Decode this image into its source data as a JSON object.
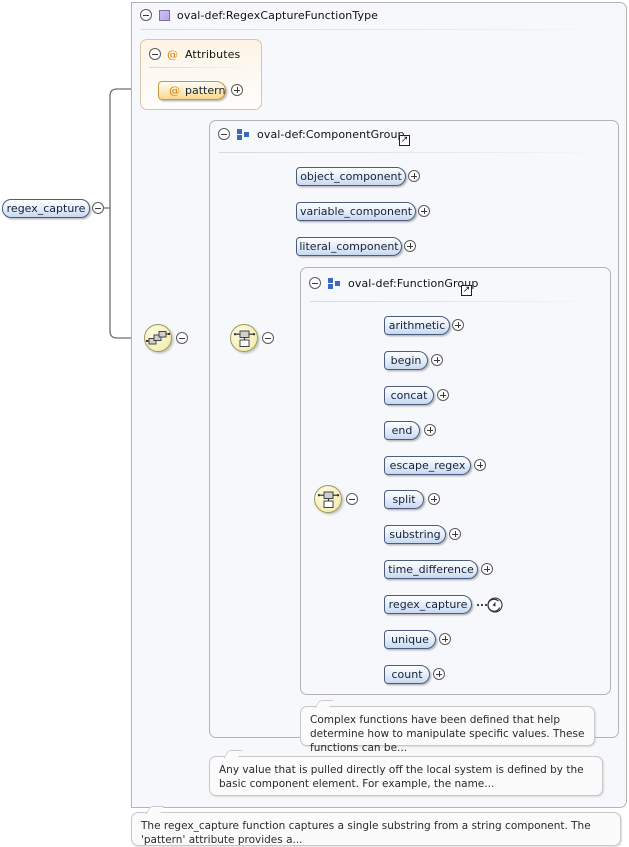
{
  "diagram": {
    "title": "oval-def:RegexCaptureFunctionType",
    "root_element": "regex_capture"
  },
  "type_box": {
    "label": "oval-def:RegexCaptureFunctionType",
    "icon": "complex-type-icon",
    "toggle": "collapse-toggle"
  },
  "attributes_box": {
    "label": "Attributes",
    "icon": "at-sign-icon",
    "items": [
      {
        "label": "pattern",
        "icon": "at-sign-icon",
        "toggle": "expand-toggle"
      }
    ]
  },
  "component_group": {
    "label": "oval-def:ComponentGroup",
    "icon": "model-group-icon",
    "link_icon": "external-link-icon",
    "items": [
      {
        "label": "object_component",
        "toggle": "expand-toggle"
      },
      {
        "label": "variable_component",
        "toggle": "expand-toggle"
      },
      {
        "label": "literal_component",
        "toggle": "expand-toggle"
      }
    ],
    "annotation": "Any value that is pulled directly off the local system is defined by the basic component element. For example, the name..."
  },
  "function_group": {
    "label": "oval-def:FunctionGroup",
    "icon": "model-group-icon",
    "link_icon": "external-link-icon",
    "items": [
      {
        "label": "arithmetic",
        "toggle": "expand-toggle",
        "recursive": false
      },
      {
        "label": "begin",
        "toggle": "expand-toggle",
        "recursive": false
      },
      {
        "label": "concat",
        "toggle": "expand-toggle",
        "recursive": false
      },
      {
        "label": "end",
        "toggle": "expand-toggle",
        "recursive": false
      },
      {
        "label": "escape_regex",
        "toggle": "expand-toggle",
        "recursive": false
      },
      {
        "label": "split",
        "toggle": "expand-toggle",
        "recursive": false
      },
      {
        "label": "substring",
        "toggle": "expand-toggle",
        "recursive": false
      },
      {
        "label": "time_difference",
        "toggle": "expand-toggle",
        "recursive": false
      },
      {
        "label": "regex_capture",
        "toggle": "recursion-marker",
        "recursive": true
      },
      {
        "label": "unique",
        "toggle": "expand-toggle",
        "recursive": false
      },
      {
        "label": "count",
        "toggle": "expand-toggle",
        "recursive": false
      }
    ],
    "annotation": "Complex functions have been defined that help determine how to manipulate specific values. These functions can be..."
  },
  "connectors": {
    "choice": "choice-connector",
    "sequence_outer": "sequence-connector",
    "sequence_inner": "sequence-connector"
  },
  "root_annotation": "The regex_capture function captures a single substring from a string component. The 'pattern' attribute provides a...",
  "colors": {
    "node_border": "#4b5d7e",
    "node_fill": "#c7d9f0",
    "attr_border": "#c69a3c",
    "attr_fill": "#f6d98e",
    "group_icon": "#3b68c4",
    "type_icon": "#b8a4e4",
    "connector_fill": "#f4eeb8",
    "wire": "#6e6e6e"
  }
}
